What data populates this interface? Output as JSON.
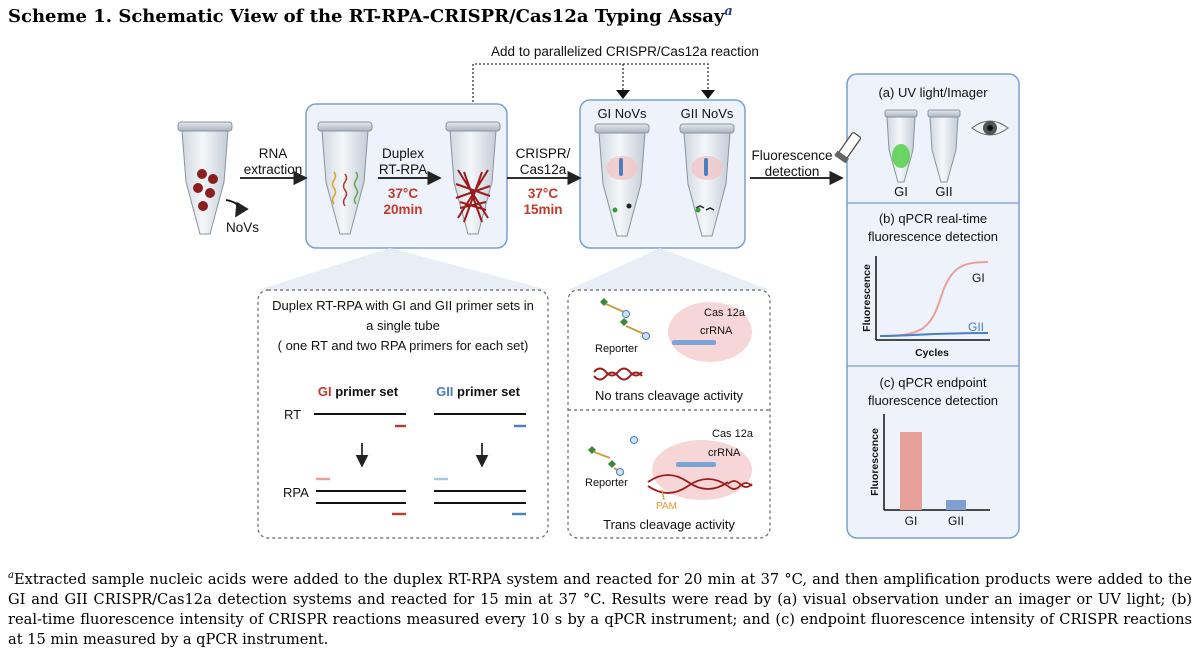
{
  "title": "Scheme 1. Schematic View of the RT-RPA-CRISPR/Cas12a Typing Assay",
  "title_footnote": "a",
  "top_note": "Add to parallelized CRISPR/Cas12a reaction",
  "steps": {
    "rna_extraction": [
      "RNA",
      "extraction"
    ],
    "novs": "NoVs",
    "duplex": [
      "Duplex",
      "RT-RPA"
    ],
    "duplex_cond": [
      "37°C",
      "20min"
    ],
    "crispr": [
      "CRISPR/",
      "Cas12a"
    ],
    "crispr_cond": [
      "37°C",
      "15min"
    ],
    "gi_novs": "GI NoVs",
    "gii_novs": "GII NoVs",
    "fluor": [
      "Fluorescence",
      "detection"
    ]
  },
  "rpa_panel": {
    "desc": [
      "Duplex RT-RPA with GI and GII primer sets in",
      "a single tube",
      "( one RT and two RPA primers for each set)"
    ],
    "gi_prefix": "GI",
    "gii_prefix": "GII",
    "primer_suffix": " primer set",
    "rt": "RT",
    "rpa": "RPA"
  },
  "cas_panel": {
    "cas12a": "Cas 12a",
    "crrna": "crRNA",
    "reporter": "Reporter",
    "no_trans": "No trans cleavage activity",
    "pam": "PAM",
    "trans": "Trans cleavage activity"
  },
  "results": {
    "a_title": "(a)  UV light/Imager",
    "a_gi": "GI",
    "a_gii": "GII",
    "b_title": [
      "(b)  qPCR real-time",
      "fluorescence detection"
    ],
    "b_ylabel": "Fluorescence",
    "b_xlabel": "Cycles",
    "b_gi": "GI",
    "b_gii": "GII",
    "c_title": [
      "(c)  qPCR endpoint",
      "fluorescence detection"
    ],
    "c_ylabel": "Fluorescence",
    "c_gi": "GI",
    "c_gii": "GII"
  },
  "colors": {
    "red": "#c0392b",
    "gi_primer": "#c0392b",
    "gii_primer": "#4a7fc1",
    "gi_curve": "#e8a09a",
    "gii_curve": "#4a7fc1",
    "panel_fill": "#eef3fb",
    "panel_stroke": "#7b9fd0"
  },
  "caption": "Extracted sample nucleic acids were added to the duplex RT-RPA system and reacted for 20 min at 37 °C, and then amplification products were added to the GI and GII CRISPR/Cas12a detection systems and reacted for 15 min at 37 °C. Results were read by (a) visual observation under an imager or UV light; (b) real-time fluorescence intensity of CRISPR reactions measured every 10 s by a qPCR instrument; and (c) endpoint fluorescence intensity of CRISPR reactions at 15 min measured by a qPCR instrument.",
  "caption_footnote": "a"
}
